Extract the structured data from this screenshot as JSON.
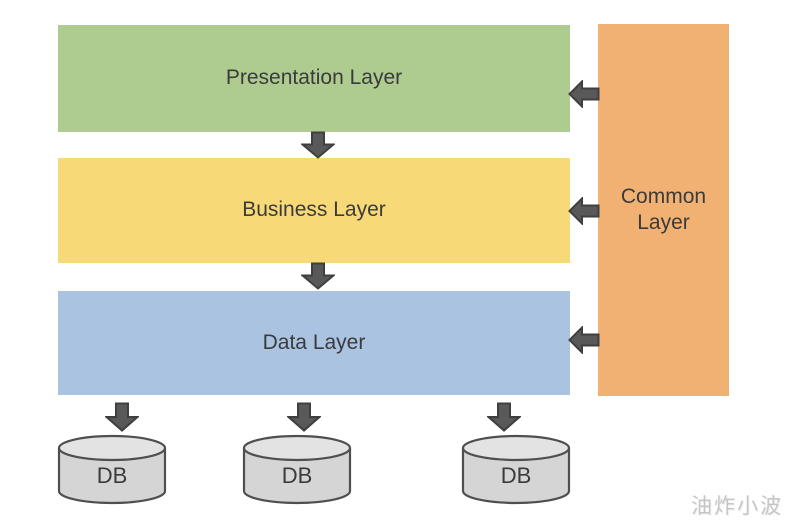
{
  "diagram": {
    "layers": [
      {
        "label": "Presentation Layer",
        "color": "#aecb90"
      },
      {
        "label": "Business Layer",
        "color": "#f8d977"
      },
      {
        "label": "Data Layer",
        "color": "#a9c3e1"
      }
    ],
    "common_layer": {
      "label": "Common Layer",
      "color": "#f0b173"
    },
    "databases": [
      {
        "label": "DB"
      },
      {
        "label": "DB"
      },
      {
        "label": "DB"
      }
    ],
    "colors": {
      "arrow_fill": "#595959",
      "arrow_border": "#3f3f3f",
      "cylinder_fill": "#d5d5d5",
      "cylinder_top_fill": "#e3e3e3",
      "cylinder_stroke": "#4f4f4f",
      "label_text": "#3b3b3b",
      "watermark_text": "#c6c6c6"
    },
    "watermark": "油炸小波"
  }
}
